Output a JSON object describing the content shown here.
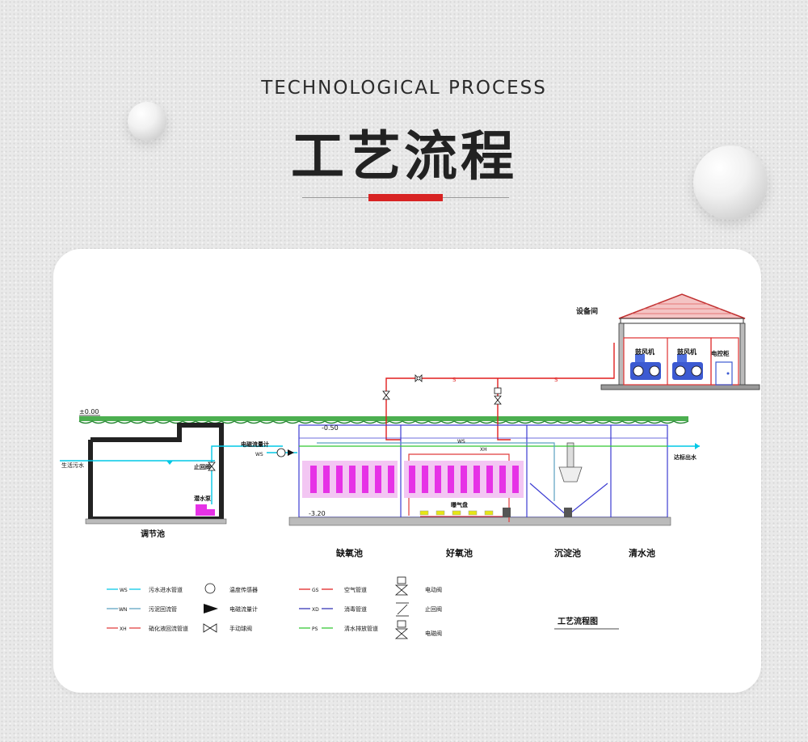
{
  "header": {
    "subtitle": "TECHNOLOGICAL PROCESS",
    "title": "工艺流程"
  },
  "diagram": {
    "house_label": "设备间",
    "blower_1": "鼓风机",
    "blower_2": "鼓风机",
    "control_cabinet": "电控柜",
    "ground_level": "±0.00",
    "water_level_1": "-0.50",
    "bottom_level": "-3.20",
    "flowmeter_label": "电磁流量计",
    "ws_tag": "WS",
    "inlet_label": "生活污水",
    "check_valve_label": "止回阀",
    "pump_label": "潜水泵",
    "outlet_label": "达标出水",
    "aeration_label": "曝气盘",
    "return_tag_1": "WS",
    "return_tag_2": "XH",
    "tanks": [
      "调节池",
      "缺氧池",
      "好氧池",
      "沉淀池",
      "清水池"
    ],
    "drawing_title": "工艺流程图",
    "colors": {
      "ws": "#00c8e6",
      "wn": "#5aa0c0",
      "xh": "#e03c3c",
      "gs": "#e01e1e",
      "xd": "#3232b4",
      "ps": "#32c832",
      "structure": "#3c3cd2",
      "aeration": "#e632e6",
      "diffuser": "#e6e614"
    }
  },
  "legend": [
    {
      "code": "WS",
      "label": "污水进水管道"
    },
    {
      "code": "WN",
      "label": "污泥回流管"
    },
    {
      "code": "XH",
      "label": "硝化液回流管道"
    },
    {
      "symbol": "temperature-sensor-icon",
      "label": "温度传感器"
    },
    {
      "symbol": "flowmeter-icon",
      "label": "电磁流量计"
    },
    {
      "symbol": "ball-valve-icon",
      "label": "手动球阀"
    },
    {
      "code": "GS",
      "label": "空气管道"
    },
    {
      "code": "XD",
      "label": "消毒管道"
    },
    {
      "code": "PS",
      "label": "清水排放管道"
    },
    {
      "symbol": "electric-valve-icon",
      "label": "电动阀"
    },
    {
      "symbol": "check-valve-icon",
      "label": "止回阀"
    },
    {
      "symbol": "solenoid-valve-icon",
      "label": "电磁阀"
    }
  ]
}
